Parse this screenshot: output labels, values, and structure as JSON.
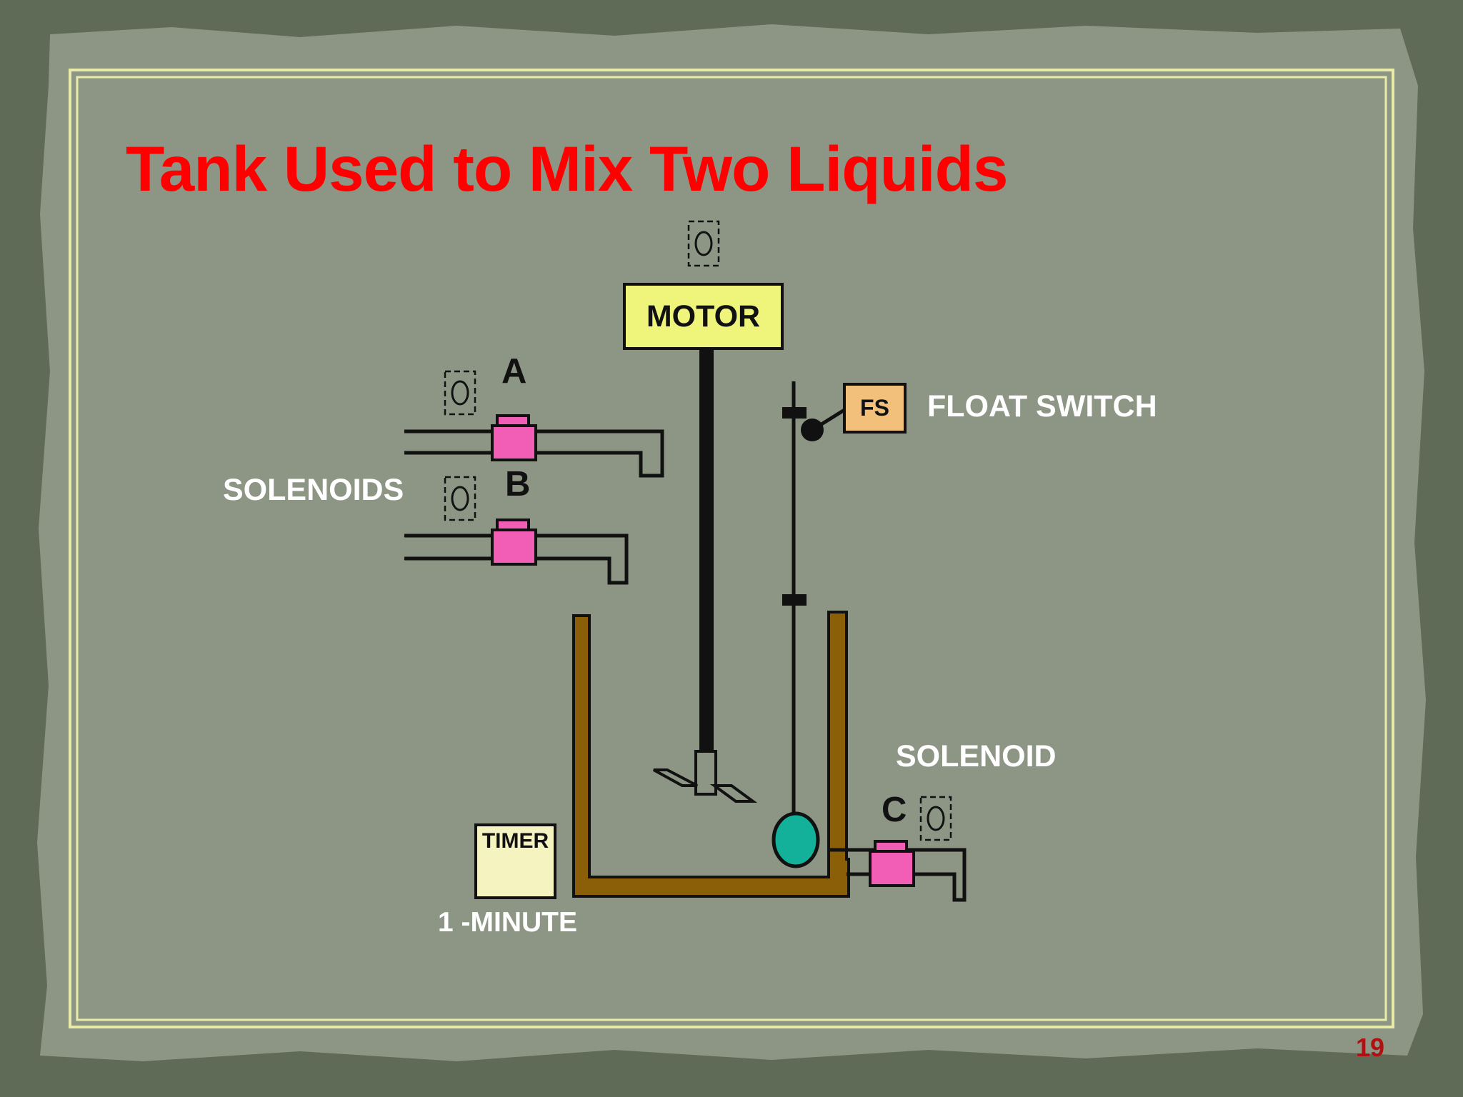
{
  "slide": {
    "title": "Tank Used to Mix Two Liquids",
    "page_number": "19"
  },
  "diagram": {
    "motor_label": "MOTOR",
    "float_switch_tag": "FS",
    "float_switch_label": "FLOAT SWITCH",
    "solenoids_label": "SOLENOIDS",
    "solenoid_label": "SOLENOID",
    "solenoid_a": "A",
    "solenoid_b": "B",
    "solenoid_c": "C",
    "timer_label": "TIMER",
    "timer_duration": "1 -MINUTE"
  },
  "colors": {
    "title": "#ff0000",
    "motor_fill": "#eff47a",
    "float_switch_fill": "#f3c07b",
    "solenoid_fill": "#f25db5",
    "tank": "#8b5e08",
    "float_ball": "#13b09a",
    "timer_fill": "#f5f3bf",
    "frame": "#e9eba8"
  }
}
